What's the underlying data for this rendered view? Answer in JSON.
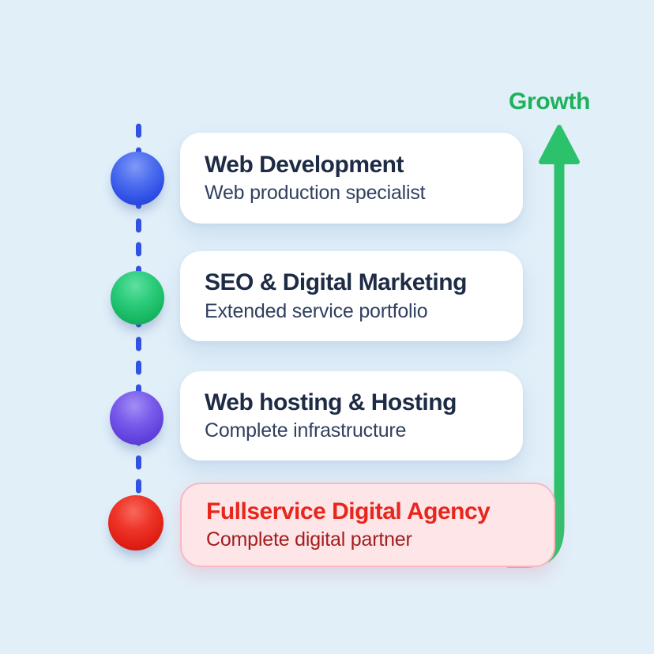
{
  "growth": {
    "label": "Growth",
    "label_color": "#1fb25c",
    "arrow_color": "#2cc26b"
  },
  "timeline": {
    "dash_color": "#3452e2",
    "items": [
      {
        "title": "Web Development",
        "subtitle": "Web production specialist",
        "dot_color": "#3b5ce8",
        "highlighted": false
      },
      {
        "title": "SEO & Digital Marketing",
        "subtitle": "Extended service portfolio",
        "dot_color": "#1eb968",
        "highlighted": false
      },
      {
        "title": "Web hosting & Hosting",
        "subtitle": "Complete infrastructure",
        "dot_color": "#6a4ae2",
        "highlighted": false
      },
      {
        "title": "Fullservice Digital Agency",
        "subtitle": "Complete digital partner",
        "dot_color": "#e62418",
        "highlighted": true
      }
    ]
  },
  "colors": {
    "background": "#e1eff9",
    "card_background": "#ffffff",
    "highlight_card_background": "#fde5e8",
    "highlight_card_border": "#f9b8c4",
    "title_text": "#1d2b45",
    "subtitle_text": "#31405f",
    "highlight_title_text": "#e8261c",
    "highlight_subtitle_text": "#a31d1d"
  }
}
